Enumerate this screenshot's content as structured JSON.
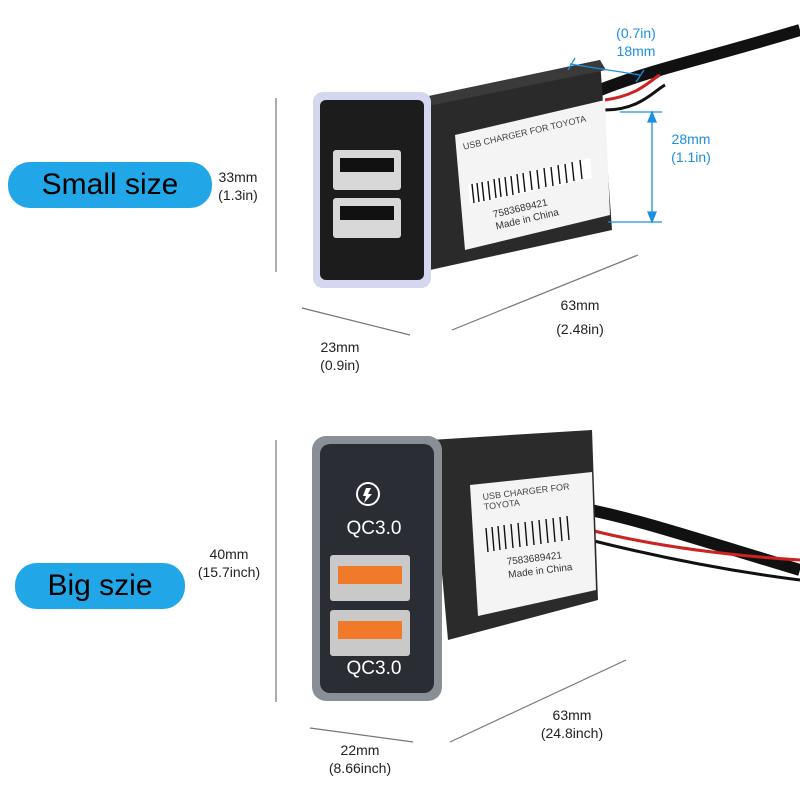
{
  "badges": {
    "small": "Small size",
    "big": "Big szie"
  },
  "small_charger": {
    "height_mm": "33mm",
    "height_in": "(1.3in)",
    "width_mm": "23mm",
    "width_in": "(0.9in)",
    "length_mm": "63mm",
    "length_in": "(2.48in)",
    "depth_in": "(0.7in)",
    "depth_mm": "18mm",
    "back_mm": "28mm",
    "back_in": "(1.1in)",
    "label_line1": "USB CHARGER FOR TOYOTA",
    "label_code": "7583689421",
    "label_origin": "Made in China"
  },
  "big_charger": {
    "height_mm": "40mm",
    "height_in": "(15.7inch)",
    "width_mm": "22mm",
    "width_in": "(8.66inch)",
    "length_mm": "63mm",
    "length_in": "(24.8inch)",
    "port_label_top": "QC3.0",
    "port_label_bottom": "QC3.0",
    "label_line1": "USB CHARGER FOR TOYOTA",
    "label_code": "7583689421",
    "label_origin": "Made in China"
  },
  "colors": {
    "badge": "#21a7e8",
    "dimension_blue": "#1d8fe0",
    "port_orange": "#f07a2a"
  }
}
